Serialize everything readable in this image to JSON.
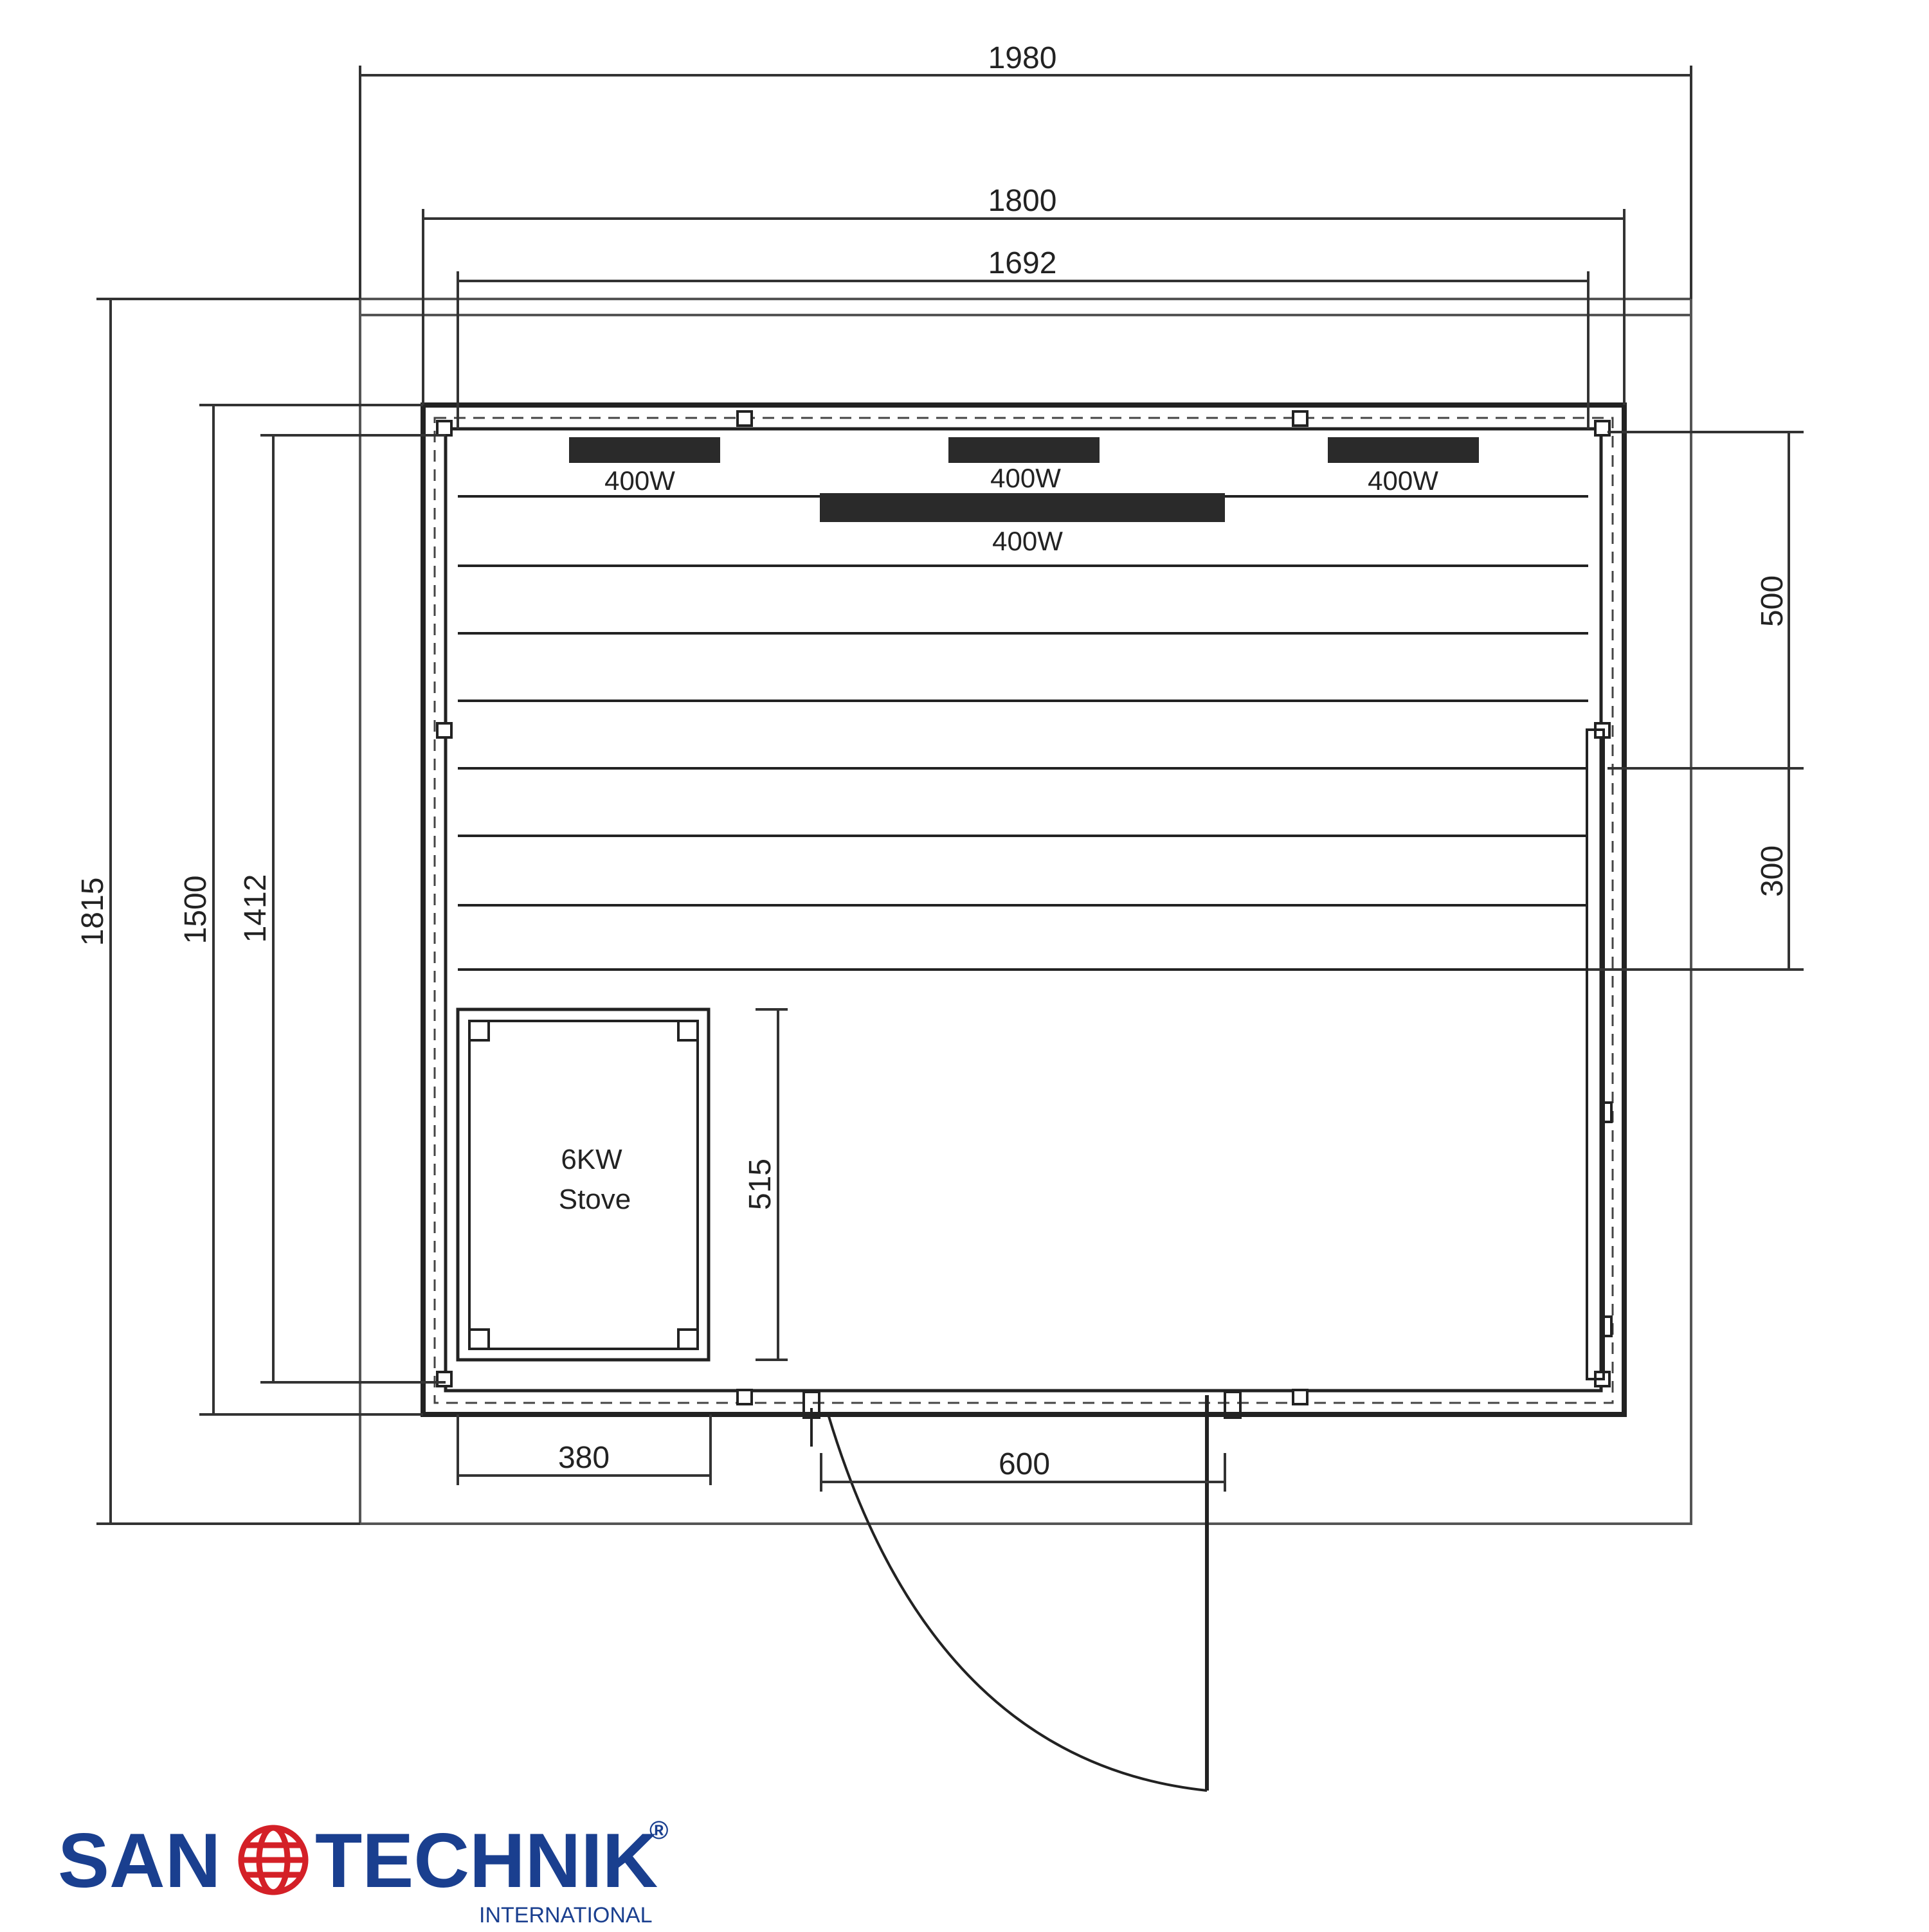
{
  "dimensions": {
    "outer_width": "1980",
    "cabin_width": "1800",
    "inner_width": "1692",
    "outer_depth": "1815",
    "cabin_depth": "1500",
    "inner_depth": "1412",
    "upper_bench": "500",
    "lower_bench": "300",
    "stove_depth": "515",
    "stove_width": "380",
    "door_width": "600"
  },
  "heaters": [
    {
      "label": "400W"
    },
    {
      "label": "400W"
    },
    {
      "label": "400W"
    },
    {
      "label": "400W"
    }
  ],
  "stove": {
    "line1": "6KW",
    "line2": "Stove"
  },
  "logo": {
    "left_word": "SAN",
    "right_word": "TECHNIK",
    "registered": "®",
    "subtitle": "INTERNATIONAL",
    "brand_color": "#1a3f8f",
    "globe_color": "#d42027"
  },
  "colors": {
    "line": "#222222"
  }
}
